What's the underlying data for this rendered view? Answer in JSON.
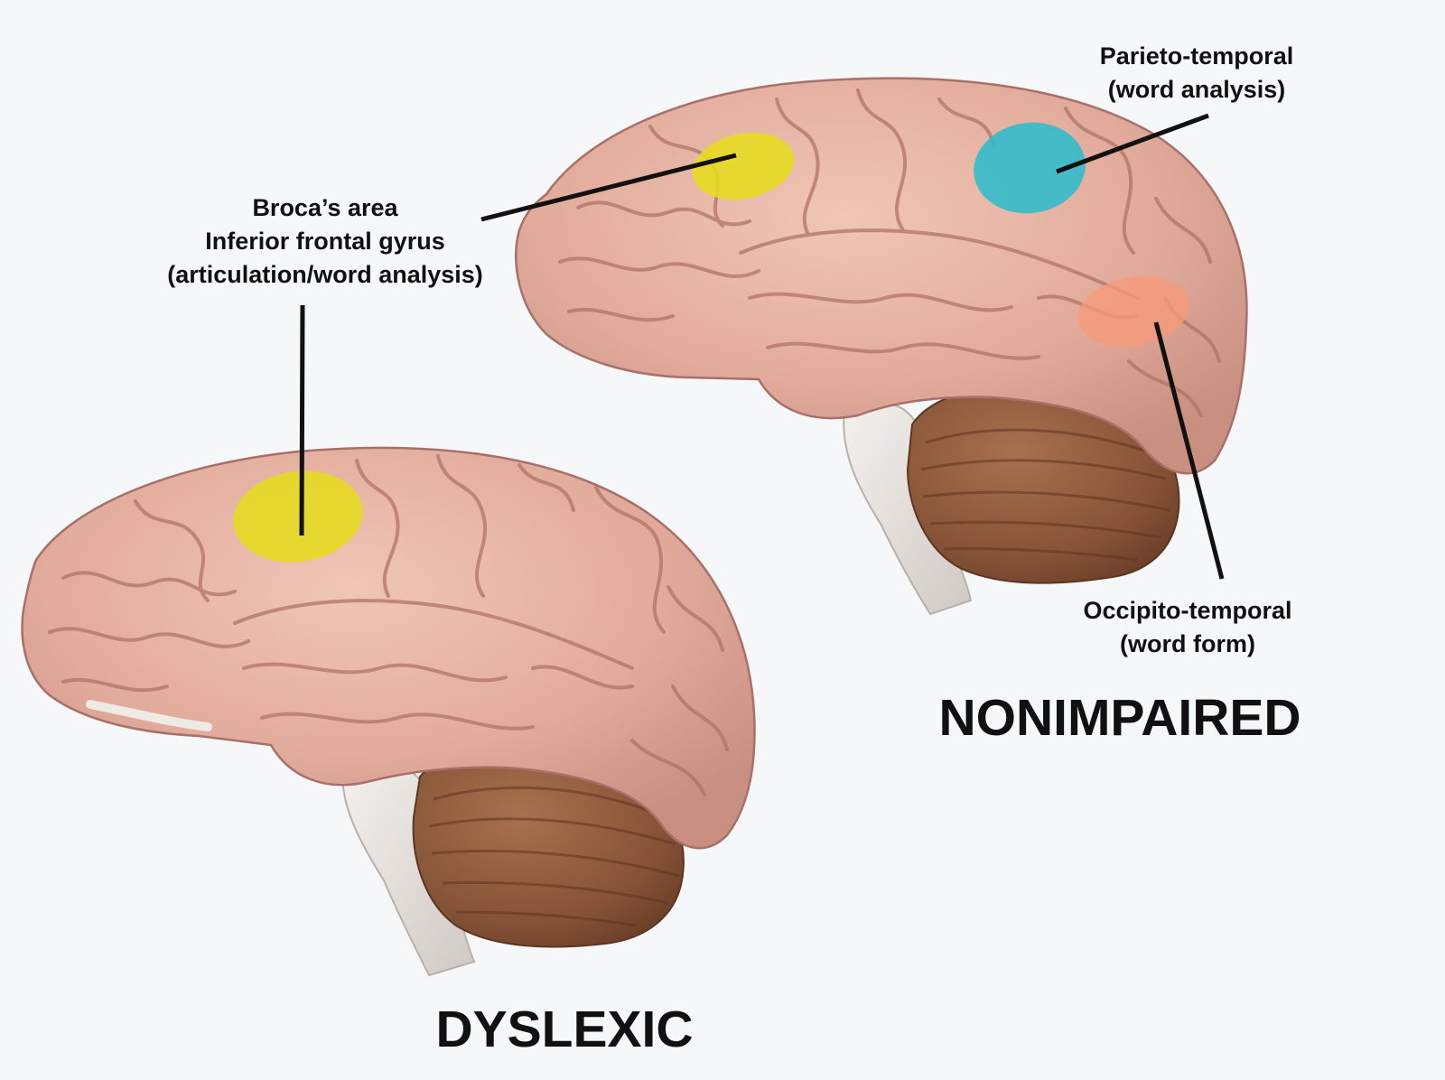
{
  "labels": {
    "broca": {
      "line1": "Broca’s area",
      "line2": "Inferior frontal gyrus",
      "line3": "(articulation/word analysis)"
    },
    "parieto": {
      "line1": "Parieto-temporal",
      "line2": "(word analysis)"
    },
    "occipito": {
      "line1": "Occipito-temporal",
      "line2": "(word form)"
    },
    "nonimpaired": "NONIMPAIRED",
    "dyslexic": "DYSLEXIC"
  },
  "colors": {
    "background": "#f6f7f8",
    "cortex": "#e2ab9b",
    "cortex_fold": "#b97d72",
    "cerebellum": "#8c5a3c",
    "brainstem": "#e6e2df",
    "broca_highlight": "#e6dc1e",
    "parieto_highlight": "#2fbccd",
    "occipito_highlight": "#f79a78",
    "leader_line": "#111111"
  }
}
